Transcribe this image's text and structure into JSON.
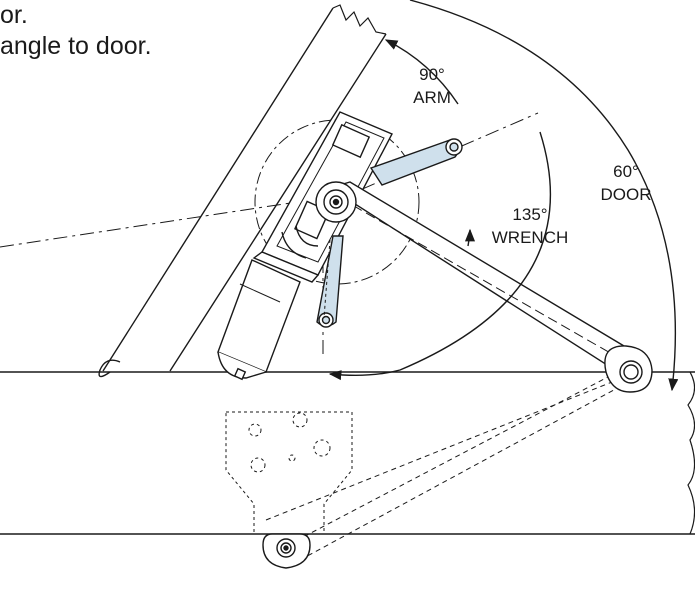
{
  "caption": {
    "line1": "or.",
    "line2": "angle to door."
  },
  "labels": {
    "arm_angle": "90°",
    "arm_name": "ARM",
    "wrench_angle": "135°",
    "wrench_name": "WRENCH",
    "door_angle": "60°",
    "door_name": "DOOR"
  },
  "colors": {
    "line": "#1a1a1a",
    "arm_fill": "#cfe0ec",
    "housing_fill": "#ffffff"
  }
}
